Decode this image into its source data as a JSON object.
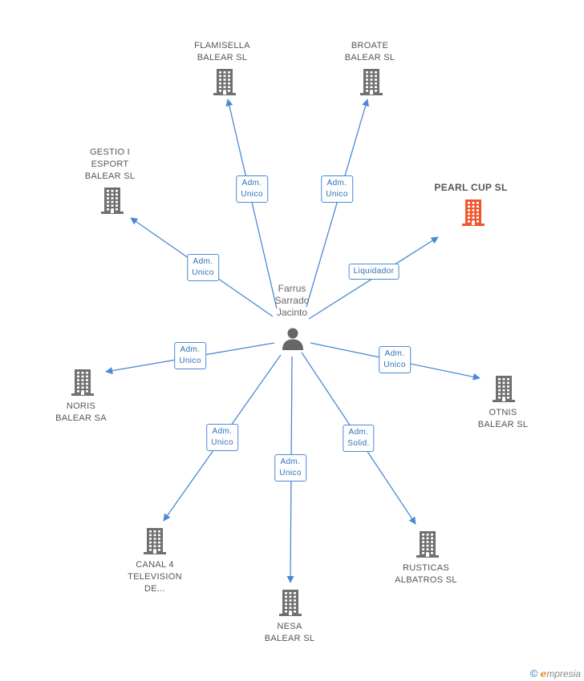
{
  "colors": {
    "edge": "#4a8ad4",
    "building": "#707070",
    "building_highlight": "#f0562a",
    "person": "#666666"
  },
  "center": {
    "name_lines": [
      "Farrus",
      "Sarrado",
      "Jacinto"
    ],
    "icon": "person-icon"
  },
  "companies": [
    {
      "id": "flamisella",
      "lines": [
        "FLAMISELLA",
        "BALEAR SL"
      ],
      "icon": "building-icon",
      "highlight": false
    },
    {
      "id": "broate",
      "lines": [
        "BROATE",
        "BALEAR SL"
      ],
      "icon": "building-icon",
      "highlight": false
    },
    {
      "id": "gestio",
      "lines": [
        "GESTIO I",
        "ESPORT",
        "BALEAR SL"
      ],
      "icon": "building-icon",
      "highlight": false
    },
    {
      "id": "pearl",
      "lines": [
        "PEARL CUP SL"
      ],
      "icon": "building-icon",
      "highlight": true
    },
    {
      "id": "noris",
      "lines": [
        "NORIS",
        "BALEAR SA"
      ],
      "icon": "building-icon",
      "highlight": false
    },
    {
      "id": "otnis",
      "lines": [
        "OTNIS",
        "BALEAR SL"
      ],
      "icon": "building-icon",
      "highlight": false
    },
    {
      "id": "canal4",
      "lines": [
        "CANAL 4",
        "TELEVISION",
        "DE..."
      ],
      "icon": "building-icon",
      "highlight": false
    },
    {
      "id": "nesa",
      "lines": [
        "NESA",
        "BALEAR SL"
      ],
      "icon": "building-icon",
      "highlight": false
    },
    {
      "id": "rusticas",
      "lines": [
        "RUSTICAS",
        "ALBATROS SL"
      ],
      "icon": "building-icon",
      "highlight": false
    }
  ],
  "relations": [
    {
      "target": "flamisella",
      "lines": [
        "Adm.",
        "Unico"
      ]
    },
    {
      "target": "broate",
      "lines": [
        "Adm.",
        "Unico"
      ]
    },
    {
      "target": "gestio",
      "lines": [
        "Adm.",
        "Unico"
      ]
    },
    {
      "target": "pearl",
      "lines": [
        "Liquidador"
      ]
    },
    {
      "target": "noris",
      "lines": [
        "Adm.",
        "Unico"
      ]
    },
    {
      "target": "otnis",
      "lines": [
        "Adm.",
        "Unico"
      ]
    },
    {
      "target": "canal4",
      "lines": [
        "Adm.",
        "Unico"
      ]
    },
    {
      "target": "nesa",
      "lines": [
        "Adm.",
        "Unico"
      ]
    },
    {
      "target": "rusticas",
      "lines": [
        "Adm.",
        "Solid."
      ]
    }
  ],
  "footer": {
    "copyright": "©",
    "brand_first": "e",
    "brand_rest": "mpresia"
  }
}
